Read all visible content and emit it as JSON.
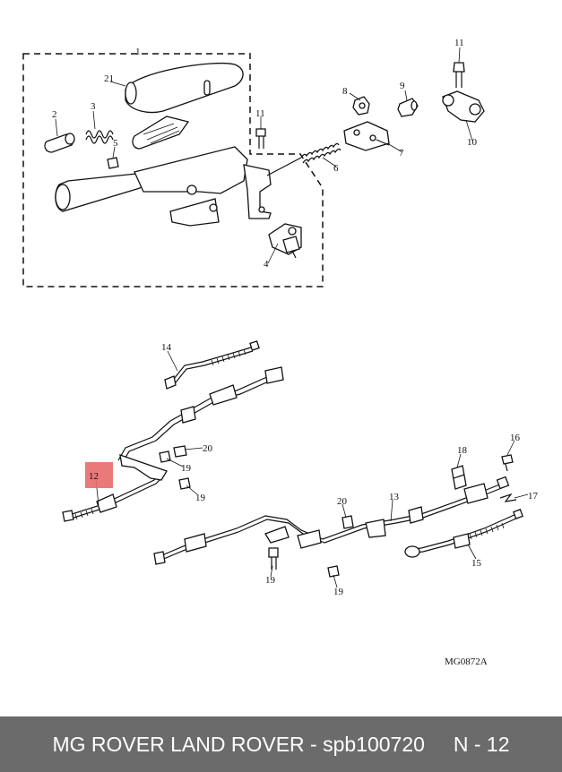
{
  "footer": {
    "title": "MG ROVER LAND ROVER - spb100720",
    "page": "N - 12"
  },
  "diagram": {
    "reference": "MG0872A",
    "callouts": {
      "c1": "1",
      "c2": "2",
      "c3": "3",
      "c4": "4",
      "c5": "5",
      "c6": "6",
      "c7": "7",
      "c8": "8",
      "c9": "9",
      "c10": "10",
      "c11a": "11",
      "c11b": "11",
      "c12": "12",
      "c13": "13",
      "c14": "14",
      "c15": "15",
      "c16": "16",
      "c17": "17",
      "c18": "18",
      "c19a": "19",
      "c19b": "19",
      "c19c": "19",
      "c19d": "19",
      "c20a": "20",
      "c20b": "20",
      "c21": "21"
    },
    "highlight_color": "#e86a6a"
  }
}
